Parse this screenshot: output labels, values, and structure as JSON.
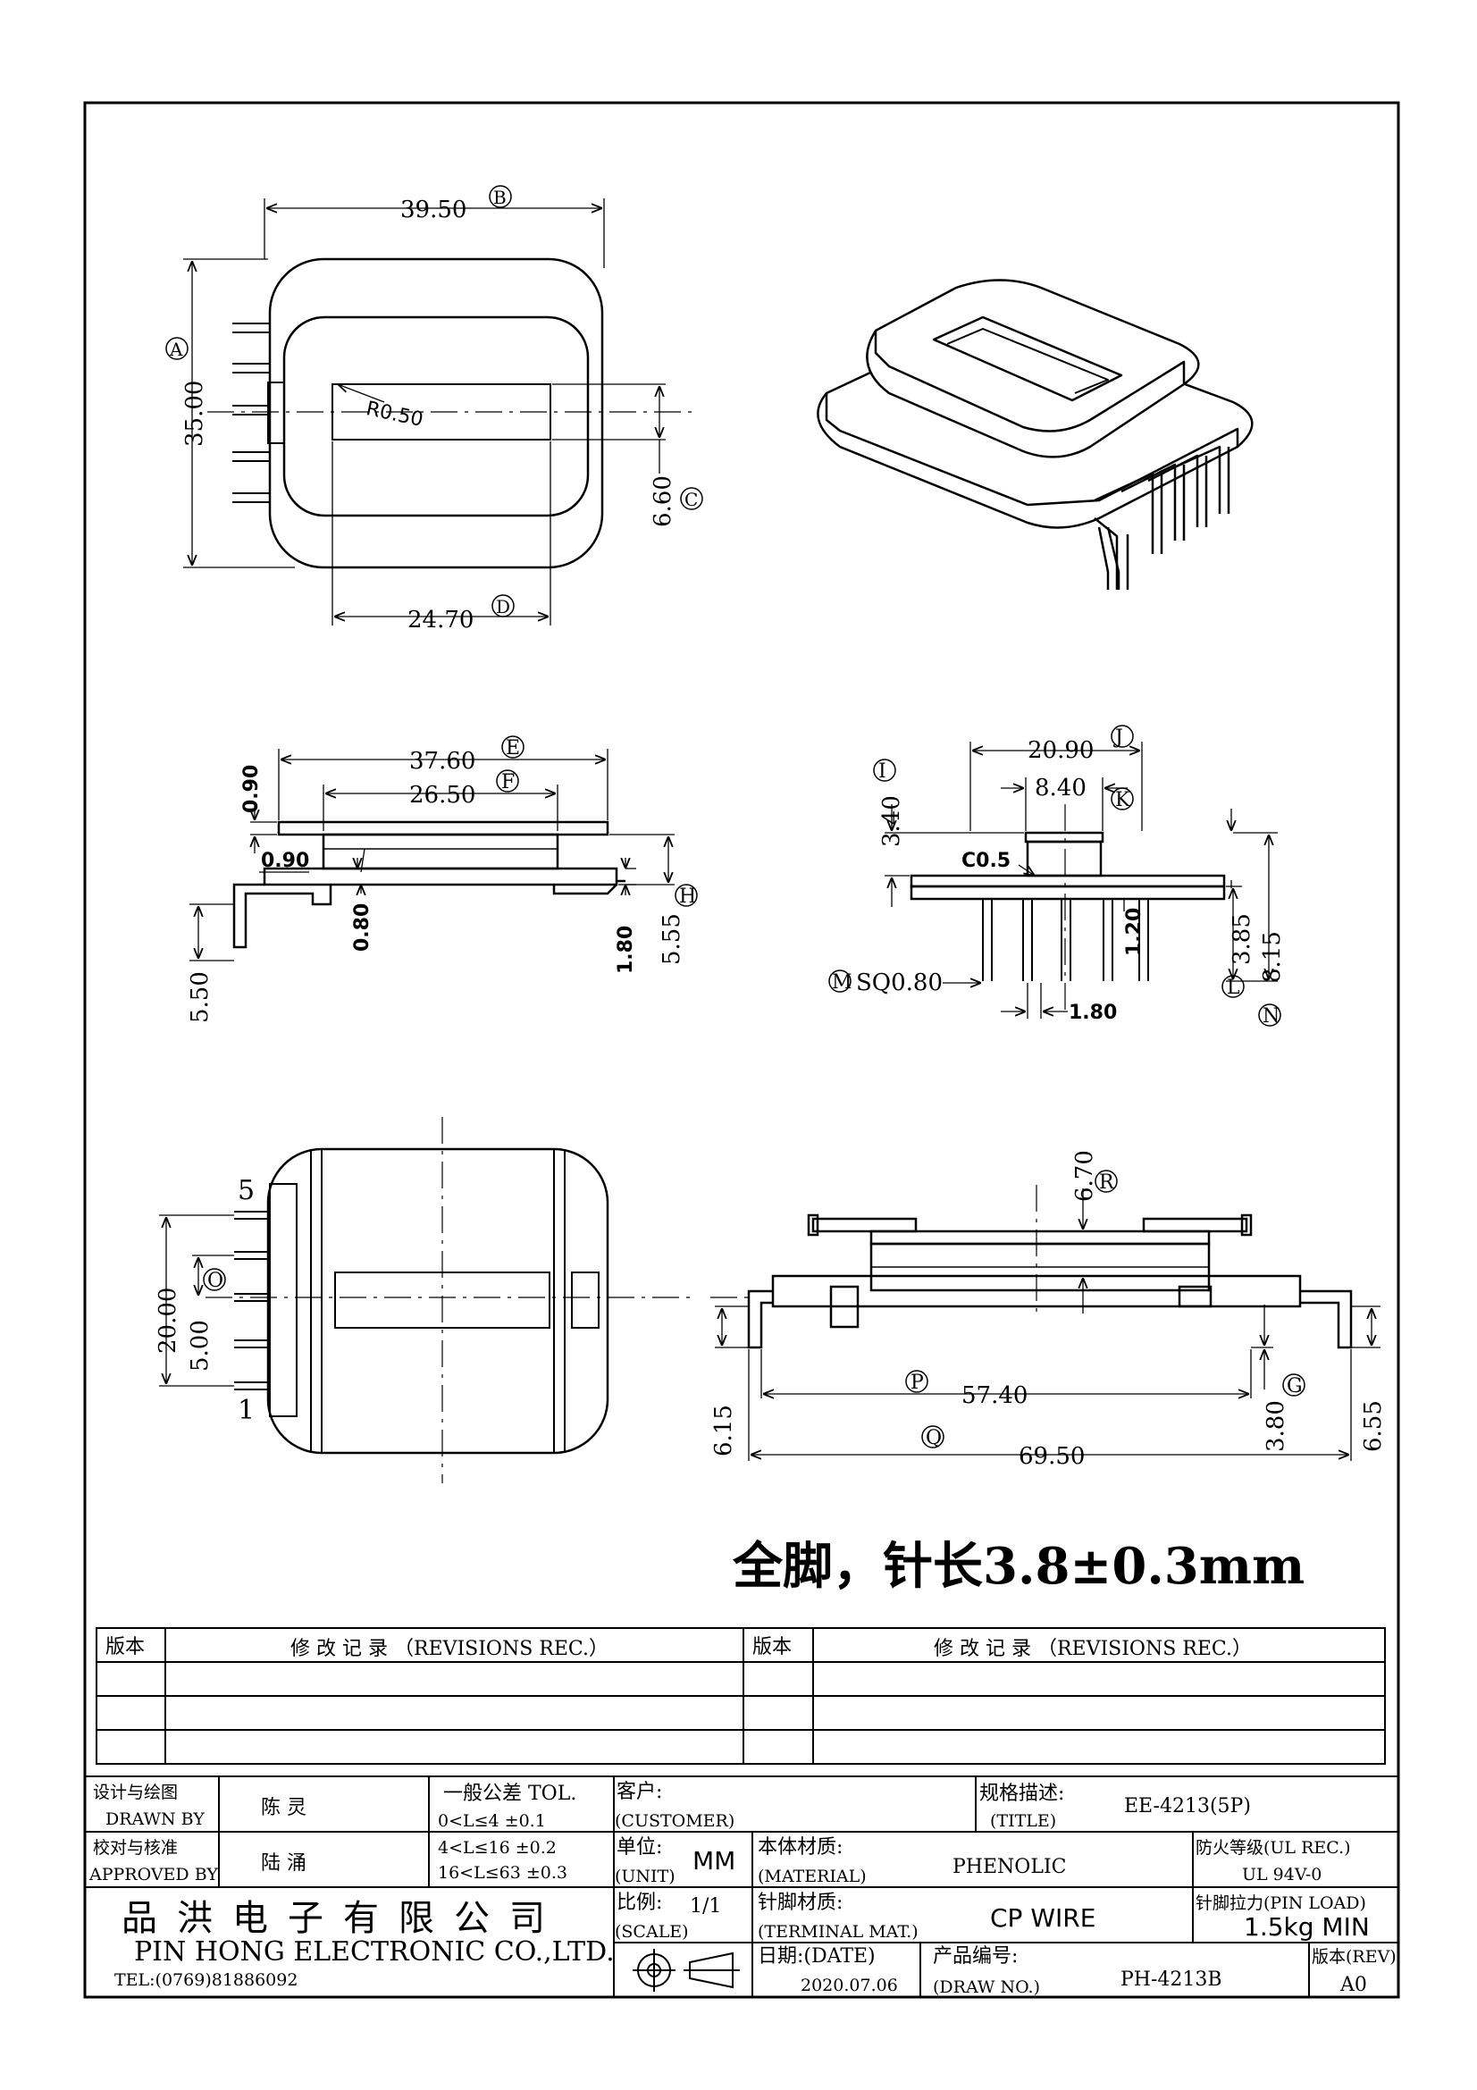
{
  "dimensions": {
    "A": {
      "letter": "A",
      "value": "35.00"
    },
    "B": {
      "letter": "B",
      "value": "39.50"
    },
    "C": {
      "letter": "C",
      "value": "6.60"
    },
    "D": {
      "letter": "D",
      "value": "24.70"
    },
    "E": {
      "letter": "E",
      "value": "37.60"
    },
    "F": {
      "letter": "F",
      "value": "26.50"
    },
    "H": {
      "letter": "H",
      "value": "5.55"
    },
    "I": {
      "letter": "I",
      "value": "3.40"
    },
    "J": {
      "letter": "J",
      "value": "20.90"
    },
    "K": {
      "letter": "K",
      "value": "8.40"
    },
    "L": {
      "letter": "L",
      "value": "3.85"
    },
    "M": {
      "letter": "M",
      "value": "SQ0.80"
    },
    "N": {
      "letter": "N",
      "value": "8.15"
    },
    "O": {
      "letter": "O",
      "value": "5.00"
    },
    "R": {
      "letter": "R",
      "value": "6.70"
    },
    "P": {
      "letter": "P",
      "value": "57.40"
    },
    "Q": {
      "letter": "Q",
      "value": "69.50"
    },
    "G": {
      "letter": "G",
      "value": "3.80"
    }
  },
  "unlettered_dims": {
    "r050": "R0.50",
    "d090a": "0.90",
    "d090b": "0.90",
    "d080": "0.80",
    "d180a": "1.80",
    "d550": "5.50",
    "c05": "C0.5",
    "d120": "1.20",
    "d180b": "1.80",
    "d2000": "20.00",
    "d615": "6.15",
    "d655": "6.55"
  },
  "pins": {
    "pin_top": "5",
    "pin_bottom": "1"
  },
  "note": "全脚，针长3.8±0.3mm",
  "revisions": {
    "ver_label": "版本",
    "rev_label": "修 改 记 录 （REVISIONS REC.）"
  },
  "title_block": {
    "drawn_by_cn": "设计与绘图",
    "drawn_by_en": "DRAWN BY",
    "drawn_by_name": "陈 灵",
    "approved_cn": "校对与核准",
    "approved_en": "APPROVED BY",
    "approved_name": "陆 涌",
    "tol_title": "一般公差 TOL.",
    "tol_1": "0<L≤4   ±0.1",
    "tol_2": "4<L≤16  ±0.2",
    "tol_3": "16<L≤63 ±0.3",
    "customer_cn": "客户:",
    "customer_en": "(CUSTOMER)",
    "title_cn": "规格描述:",
    "title_en": "(TITLE)",
    "title_value": "EE-4213(5P)",
    "unit_cn": "单位:",
    "unit_en": "(UNIT)",
    "unit_value": "MM",
    "material_cn": "本体材质:",
    "material_en": "(MATERIAL)",
    "material_value": "PHENOLIC",
    "ul_cn": "防火等级(UL REC.)",
    "ul_value": "UL 94V-0",
    "scale_cn": "比例:",
    "scale_en": "(SCALE)",
    "scale_value": "1/1",
    "terminal_cn": "针脚材质:",
    "terminal_en": "(TERMINAL MAT.)",
    "terminal_value": "CP WIRE",
    "pin_load_cn": "针脚拉力(PIN LOAD)",
    "pin_load_value": "1.5kg MIN",
    "date_cn": "日期:(DATE)",
    "date_value": "2020.07.06",
    "draw_no_cn": "产品编号:",
    "draw_no_en": "(DRAW NO.)",
    "draw_no_value": "PH-4213B",
    "rev_cn": "版本(REV)",
    "rev_value": "A0",
    "company_cn": "品洪电子有限公司",
    "company_en": "PIN HONG ELECTRONIC CO.,LTD.",
    "tel": "TEL:(0769)81886092"
  }
}
